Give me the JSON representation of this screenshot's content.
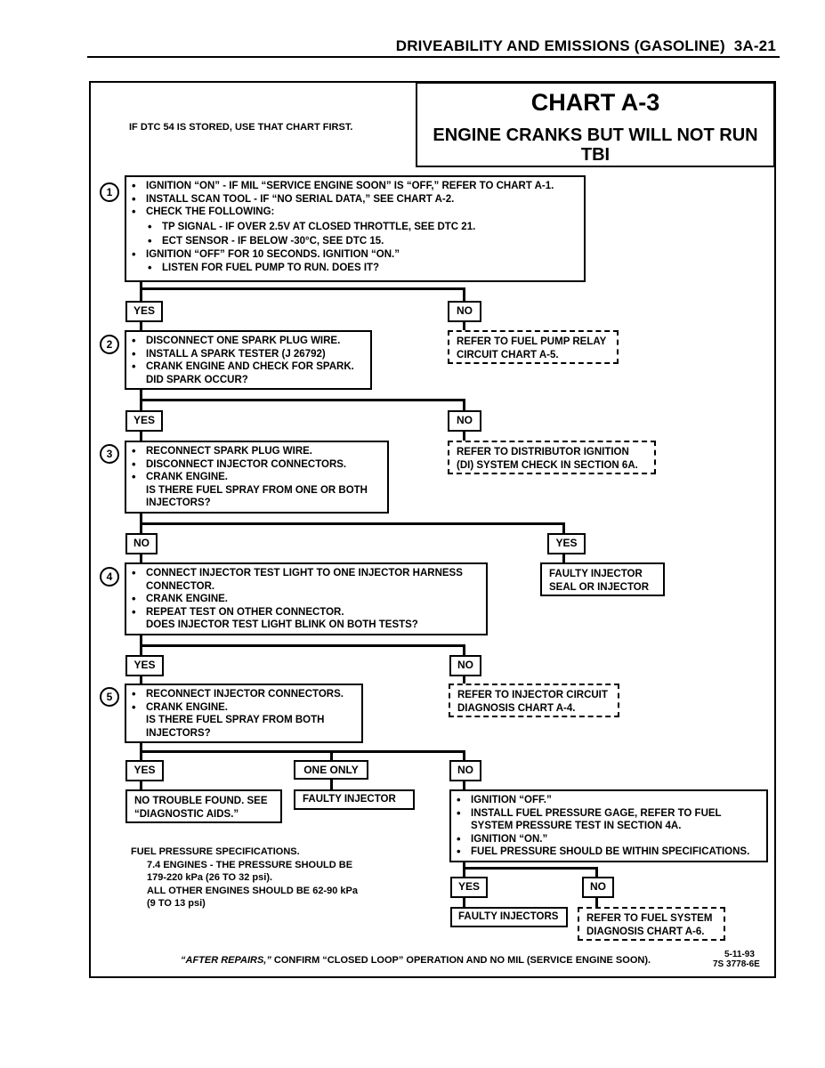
{
  "header": {
    "title": "DRIVEABILITY AND EMISSIONS (GASOLINE)",
    "page": "3A-21"
  },
  "chart": {
    "number": "CHART A-3",
    "title_line1": "ENGINE CRANKS BUT WILL NOT RUN",
    "title_line2": "TBI"
  },
  "note_top": "IF DTC 54 IS STORED, USE THAT CHART FIRST.",
  "steps": {
    "s1": {
      "num": "1",
      "lines": [
        "IGNITION “ON” - IF MIL “SERVICE ENGINE SOON” IS “OFF,”  REFER TO CHART A-1.",
        "INSTALL SCAN TOOL - IF “NO SERIAL DATA,” SEE CHART A-2.",
        "CHECK THE FOLLOWING:",
        "TP SIGNAL - IF OVER 2.5V AT CLOSED THROTTLE,  SEE DTC 21.",
        "ECT SENSOR - IF BELOW -30°C, SEE DTC 15.",
        "IGNITION “OFF” FOR 10 SECONDS.  IGNITION “ON.”",
        "LISTEN FOR FUEL PUMP TO RUN.  DOES IT?"
      ]
    },
    "s2": {
      "num": "2",
      "lines": [
        "DISCONNECT ONE SPARK PLUG WIRE.",
        "INSTALL A SPARK TESTER (J 26792)",
        "CRANK ENGINE AND CHECK FOR SPARK.",
        "DID SPARK OCCUR?"
      ]
    },
    "s3": {
      "num": "3",
      "lines": [
        "RECONNECT SPARK PLUG WIRE.",
        "DISCONNECT INJECTOR CONNECTORS.",
        "CRANK ENGINE.",
        "IS THERE FUEL SPRAY FROM ONE OR BOTH",
        "INJECTORS?"
      ]
    },
    "s4": {
      "num": "4",
      "lines": [
        "CONNECT INJECTOR TEST LIGHT TO ONE INJECTOR HARNESS",
        "CONNECTOR.",
        "CRANK ENGINE.",
        "REPEAT TEST ON OTHER CONNECTOR.",
        "DOES INJECTOR TEST LIGHT BLINK ON BOTH TESTS?"
      ]
    },
    "s5": {
      "num": "5",
      "lines": [
        "RECONNECT INJECTOR CONNECTORS.",
        "CRANK ENGINE.",
        "IS THERE FUEL SPRAY FROM BOTH",
        "INJECTORS?"
      ]
    }
  },
  "labels": {
    "yes": "YES",
    "no": "NO",
    "one_only": "ONE ONLY"
  },
  "outcomes": {
    "fuel_pump": [
      "REFER TO FUEL PUMP RELAY",
      "CIRCUIT CHART A-5."
    ],
    "distributor": [
      "REFER TO DISTRIBUTOR IGNITION",
      "(DI) SYSTEM CHECK IN SECTION 6A."
    ],
    "faulty_seal": [
      "FAULTY INJECTOR",
      "SEAL OR INJECTOR"
    ],
    "injector_circuit": [
      "REFER TO INJECTOR CIRCUIT",
      "DIAGNOSIS CHART A-4."
    ],
    "no_trouble": [
      "NO TROUBLE FOUND.  SEE",
      "“DIAGNOSTIC AIDS.”"
    ],
    "faulty_injector": "FAULTY INJECTOR",
    "pressure_check": [
      "IGNITION “OFF.”",
      "INSTALL FUEL PRESSURE GAGE, REFER TO FUEL",
      "SYSTEM PRESSURE TEST IN SECTION 4A.",
      "IGNITION “ON.”",
      "FUEL PRESSURE SHOULD BE WITHIN SPECIFICATIONS."
    ],
    "faulty_injectors": "FAULTY INJECTORS",
    "fuel_system": [
      "REFER TO FUEL SYSTEM",
      "DIAGNOSIS CHART A-6."
    ]
  },
  "specs": {
    "title": "FUEL PRESSURE SPECIFICATIONS.",
    "lines": [
      "7.4 ENGINES - THE PRESSURE SHOULD BE",
      "179-220 kPa (26 TO 32 psi).",
      "ALL OTHER ENGINES SHOULD BE 62-90 kPa",
      "(9 TO 13 psi)"
    ]
  },
  "footer": {
    "note_em": "“AFTER REPAIRS,”",
    "note_rest": " CONFIRM “CLOSED LOOP” OPERATION AND NO MIL (SERVICE ENGINE SOON).",
    "date": "5-11-93",
    "code": "7S 3778-6E"
  }
}
